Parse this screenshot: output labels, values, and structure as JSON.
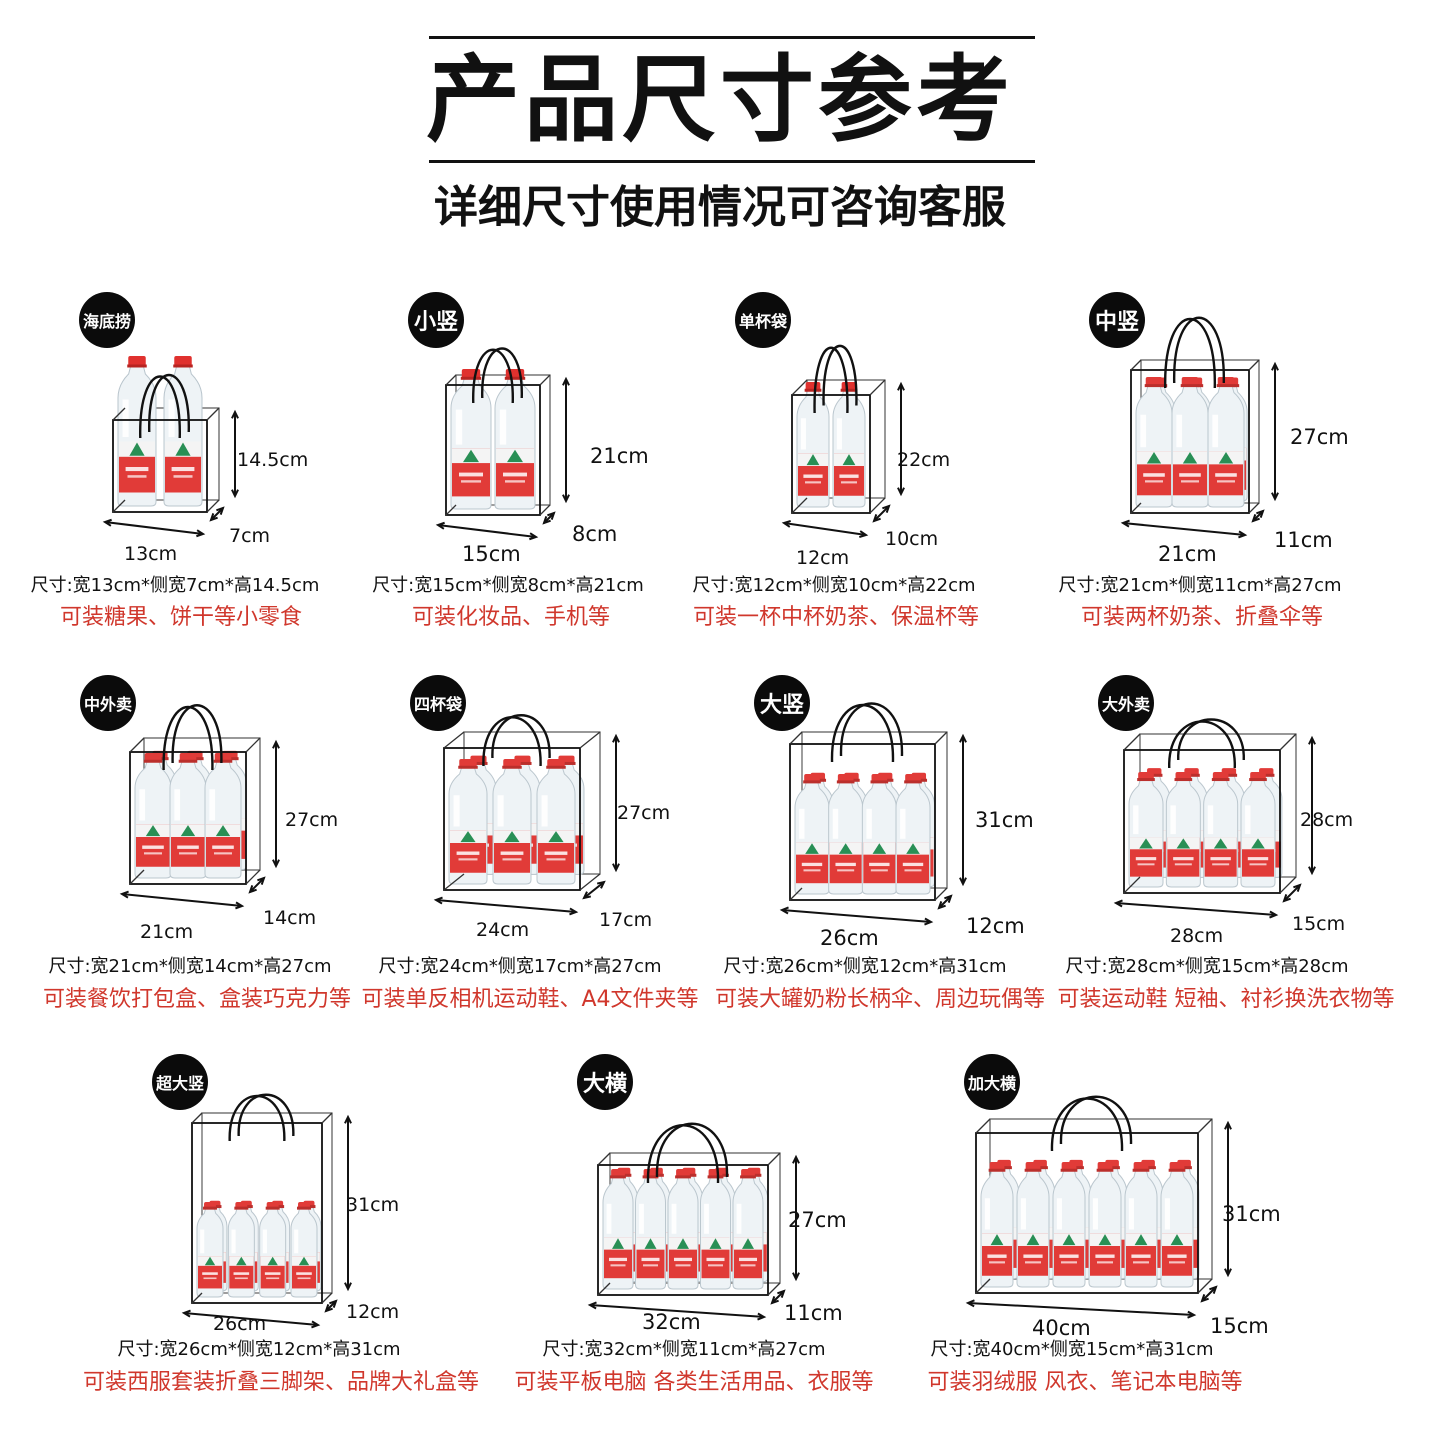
{
  "header": {
    "title": "产品尺寸参考",
    "subtitle": "详细尺寸使用情况可咨询客服"
  },
  "colors": {
    "text": "#111111",
    "accent_red": "#d0372c",
    "badge_bg": "#0b0b0b",
    "bottle_red": "#e0312e",
    "bottle_green": "#1e8a4c"
  },
  "products": [
    {
      "name": "海底捞",
      "width": "13cm",
      "depth": "7cm",
      "height": "14.5cm",
      "spec": "尺寸:宽13cm*侧宽7cm*高14.5cm",
      "usage": "可装糖果、饼干等小零食"
    },
    {
      "name": "小竖",
      "width": "15cm",
      "depth": "8cm",
      "height": "21cm",
      "spec": "尺寸:宽15cm*侧宽8cm*高21cm",
      "usage": "可装化妆品、手机等"
    },
    {
      "name": "单杯袋",
      "width": "12cm",
      "depth": "10cm",
      "height": "22cm",
      "spec": "尺寸:宽12cm*侧宽10cm*高22cm",
      "usage": "可装一杯中杯奶茶、保温杯等"
    },
    {
      "name": "中竖",
      "width": "21cm",
      "depth": "11cm",
      "height": "27cm",
      "spec": "尺寸:宽21cm*侧宽11cm*高27cm",
      "usage": "可装两杯奶茶、折叠伞等"
    },
    {
      "name": "中外卖",
      "width": "21cm",
      "depth": "14cm",
      "height": "27cm",
      "spec": "尺寸:宽21cm*侧宽14cm*高27cm",
      "usage": "可装餐饮打包盒、盒装巧克力等"
    },
    {
      "name": "四杯袋",
      "width": "24cm",
      "depth": "17cm",
      "height": "27cm",
      "spec": "尺寸:宽24cm*侧宽17cm*高27cm",
      "usage": "可装单反相机运动鞋、A4文件夹等"
    },
    {
      "name": "大竖",
      "width": "26cm",
      "depth": "12cm",
      "height": "31cm",
      "spec": "尺寸:宽26cm*侧宽12cm*高31cm",
      "usage": "可装大罐奶粉长柄伞、周边玩偶等"
    },
    {
      "name": "大外卖",
      "width": "28cm",
      "depth": "15cm",
      "height": "28cm",
      "spec": "尺寸:宽28cm*侧宽15cm*高28cm",
      "usage": "可装运动鞋 短袖、衬衫换洗衣物等"
    },
    {
      "name": "超大竖",
      "width": "26cm",
      "depth": "12cm",
      "height": "31cm",
      "spec": "尺寸:宽26cm*侧宽12cm*高31cm",
      "usage": "可装西服套装折叠三脚架、品牌大礼盒等"
    },
    {
      "name": "大横",
      "width": "32cm",
      "depth": "11cm",
      "height": "27cm",
      "spec": "尺寸:宽32cm*侧宽11cm*高27cm",
      "usage": "可装平板电脑 各类生活用品、衣服等"
    },
    {
      "name": "加大横",
      "width": "40cm",
      "depth": "15cm",
      "height": "31cm",
      "spec": "尺寸:宽40cm*侧宽15cm*高31cm",
      "usage": "可装羽绒服 风衣、笔记本电脑等"
    }
  ]
}
